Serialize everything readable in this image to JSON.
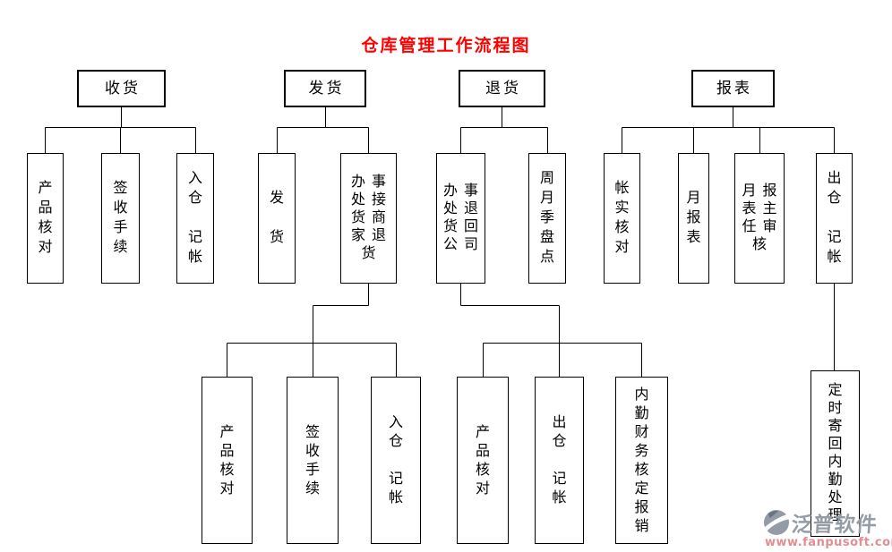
{
  "title": "仓库管理工作流程图",
  "title_color": "#ff0000",
  "nodes": {
    "receiving": {
      "label": "收货",
      "lines": "收货"
    },
    "shipping": {
      "label": "发货",
      "lines": "发货"
    },
    "returning": {
      "label": "退货",
      "lines": "退货"
    },
    "reporting": {
      "label": "报表",
      "lines": "报表"
    },
    "product_check_1": {
      "label": "产品核对",
      "lines": "产\n品\n核\n对"
    },
    "sign_procedure_1": {
      "label": "签收手续",
      "lines": "签\n收\n手\n续"
    },
    "in_entry_1": {
      "label": "入仓 记帐",
      "lines": "入\n仓\n\n记\n帐"
    },
    "shipping_sub": {
      "label": "发货",
      "lines": "发\n\n货"
    },
    "office_pickup_return": {
      "label": "办事处接货商家退货",
      "lines": "办事\n处接\n货商\n家退\n货"
    },
    "office_return_company": {
      "label": "办事处退货回公司",
      "lines": "办事\n处退\n货回\n公司"
    },
    "period_count": {
      "label": "周月季盘点",
      "lines": "周\n月\n季\n盘\n点"
    },
    "account_check": {
      "label": "帐实核对",
      "lines": "帐\n实\n核\n对"
    },
    "monthly_report": {
      "label": "月报表",
      "lines": "月\n报\n表"
    },
    "report_review": {
      "label": "月报表主任审核",
      "lines": "月报\n表主\n任审\n核"
    },
    "out_entry_1": {
      "label": "出仓 记帐",
      "lines": "出\n仓\n\n记\n帐"
    },
    "product_check_2": {
      "label": "产品核对",
      "lines": "产\n品\n核\n对"
    },
    "sign_procedure_2": {
      "label": "签收手续",
      "lines": "签\n收\n手\n续"
    },
    "in_entry_2": {
      "label": "入仓 记帐",
      "lines": "入\n仓\n\n记\n帐"
    },
    "product_check_3": {
      "label": "产品核对",
      "lines": "产\n品\n核\n对"
    },
    "out_entry_2": {
      "label": "出仓 记帐",
      "lines": "出\n仓\n\n记\n帐"
    },
    "finance_reimburse": {
      "label": "内勤财务核定报销",
      "lines": "内\n勤\n财\n务\n核\n定\n报\n销"
    },
    "mail_back": {
      "label": "定时寄回内勤处理",
      "lines": "定\n时\n寄\n回\n内\n勤\n处\n理"
    }
  },
  "structure": {
    "收货": [
      "产品核对",
      "签收手续",
      "入仓 记帐"
    ],
    "发货": [
      "发货",
      "办事处接货商家退货"
    ],
    "办事处接货商家退货": [
      "产品核对",
      "签收手续",
      "入仓 记帐"
    ],
    "退货": [
      "办事处退货回公司",
      "周月季盘点"
    ],
    "办事处退货回公司": [
      "产品核对",
      "出仓 记帐",
      "内勤财务核定报销"
    ],
    "报表": [
      "帐实核对",
      "月报表",
      "月报表主任审核",
      "出仓 记帐"
    ],
    "出仓 记帐": [
      "定时寄回内勤处理"
    ]
  },
  "watermark": {
    "brand": "泛普软件",
    "url": "www.fanpusoft.com",
    "brand_color": "#949ca7",
    "url_color": "#e18e8e"
  }
}
